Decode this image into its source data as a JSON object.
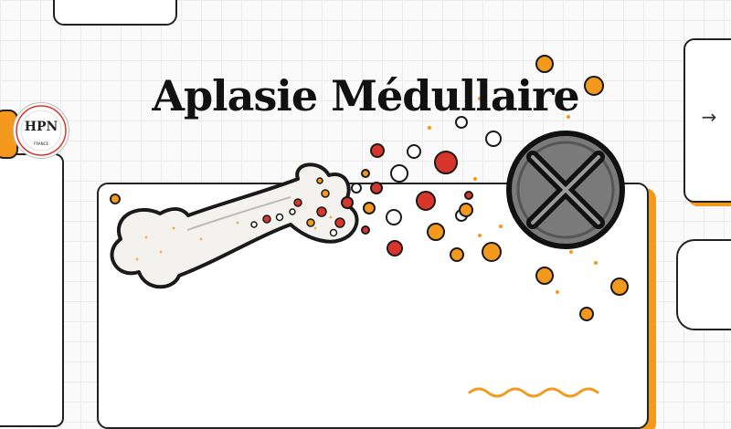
{
  "slide": {
    "title": "Aplasie Médullaire"
  },
  "logo": {
    "lettering": "HPN",
    "subtitle": "FRANCE"
  },
  "navigation": {
    "next_glyph": "→"
  },
  "colors": {
    "accent_orange": "#f39a1e",
    "red_cell": "#d9362b",
    "stroke": "#222222"
  },
  "icons": [
    "bone-icon",
    "blocked-circle-icon",
    "arrow-right-icon",
    "wave-icon"
  ]
}
